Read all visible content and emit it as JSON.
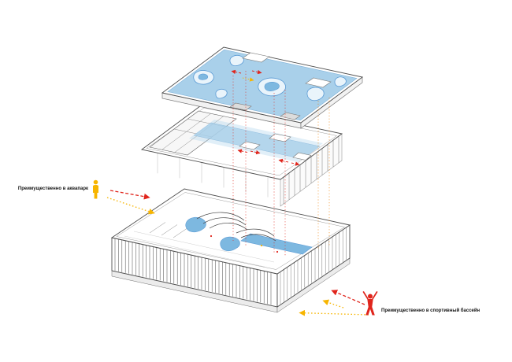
{
  "labels": {
    "left": "Преимущественно в аквапарк",
    "right": "Преимущественно в спортивный бассейн"
  },
  "icons": {
    "left": "person-icon-yellow",
    "right": "person-icon-red"
  },
  "colors": {
    "background": "#ffffff",
    "water": "#a9d0ea",
    "water_deep": "#7db8e0",
    "pool_fill": "#e9f4fb",
    "pool_outline": "#5b9bd5",
    "accent_red": "#e0251c",
    "accent_yellow": "#f7b500",
    "accent_orange": "#f07d00",
    "line_dark": "#4a4a4a"
  }
}
